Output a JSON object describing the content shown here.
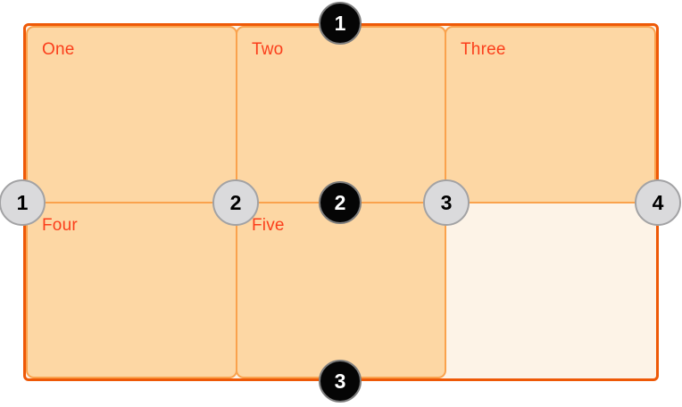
{
  "diagram": {
    "description": "CSS grid lines diagram: 3-column by 2-row grid with numbered row and column lines",
    "colors": {
      "container_border": "#EE5907",
      "container_background": "#FDF3E7",
      "cell_background": "#FDD7A4",
      "cell_border": "#FAA24D",
      "label_color": "#FB3E1B",
      "row_marker_fill": "#050505",
      "row_marker_text": "#FFFFFF",
      "col_marker_fill": "#DADADC",
      "col_marker_text": "#000000"
    },
    "cells": [
      {
        "label": "One"
      },
      {
        "label": "Two"
      },
      {
        "label": "Three"
      },
      {
        "label": "Four"
      },
      {
        "label": "Five"
      },
      {
        "label": ""
      }
    ],
    "row_line_markers": [
      {
        "number": "1"
      },
      {
        "number": "2"
      },
      {
        "number": "3"
      }
    ],
    "column_line_markers": [
      {
        "number": "1"
      },
      {
        "number": "2"
      },
      {
        "number": "3"
      },
      {
        "number": "4"
      }
    ]
  }
}
